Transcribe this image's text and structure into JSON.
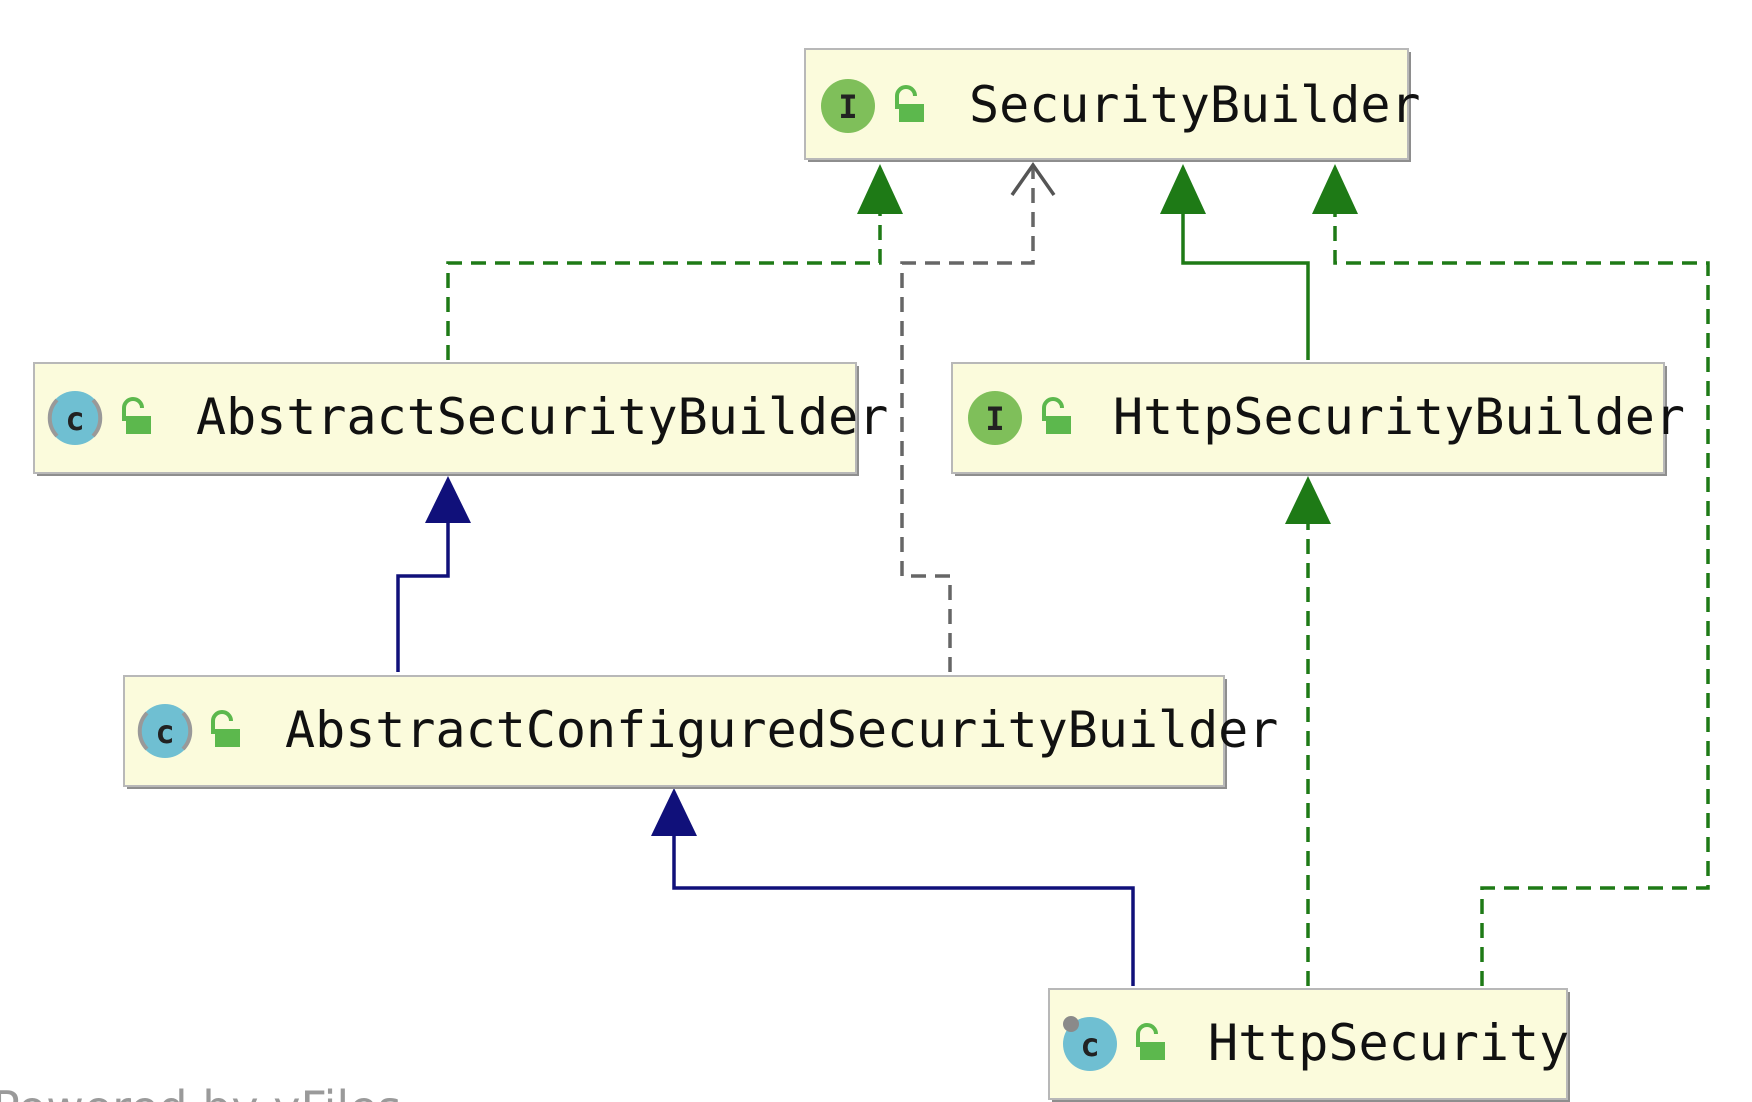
{
  "watermark": "Powered by yFiles",
  "colors": {
    "node_fill": "#fbfbdc",
    "node_border": "#b8b8b8",
    "implements_green": "#1e7a16",
    "extends_navy": "#10107a",
    "dependency_gray": "#666666",
    "interface_badge": "#7fbf5a",
    "class_badge": "#6fbfd2",
    "lock_green": "#5cb84d"
  },
  "nodes": [
    {
      "id": "security-builder",
      "label": "SecurityBuilder",
      "kind": "interface",
      "badge_icon": "interface-icon",
      "access_icon": "public-lock-icon"
    },
    {
      "id": "abstract-security-builder",
      "label": "AbstractSecurityBuilder",
      "kind": "abstract-class",
      "badge_icon": "abstract-class-icon",
      "access_icon": "public-lock-icon"
    },
    {
      "id": "http-security-builder",
      "label": "HttpSecurityBuilder",
      "kind": "interface",
      "badge_icon": "interface-icon",
      "access_icon": "public-lock-icon"
    },
    {
      "id": "abstract-configured-security-builder",
      "label": "AbstractConfiguredSecurityBuilder",
      "kind": "abstract-class",
      "badge_icon": "abstract-class-icon",
      "access_icon": "public-lock-icon"
    },
    {
      "id": "http-security",
      "label": "HttpSecurity",
      "kind": "final-class",
      "badge_icon": "final-class-icon",
      "access_icon": "public-lock-icon"
    }
  ],
  "edges": [
    {
      "from": "abstract-security-builder",
      "to": "security-builder",
      "type": "implements"
    },
    {
      "from": "abstract-configured-security-builder",
      "to": "security-builder",
      "type": "dependency"
    },
    {
      "from": "http-security-builder",
      "to": "security-builder",
      "type": "interface-extends"
    },
    {
      "from": "http-security",
      "to": "security-builder",
      "type": "implements"
    },
    {
      "from": "abstract-configured-security-builder",
      "to": "abstract-security-builder",
      "type": "extends"
    },
    {
      "from": "http-security",
      "to": "http-security-builder",
      "type": "implements"
    },
    {
      "from": "http-security",
      "to": "abstract-configured-security-builder",
      "type": "extends"
    }
  ]
}
